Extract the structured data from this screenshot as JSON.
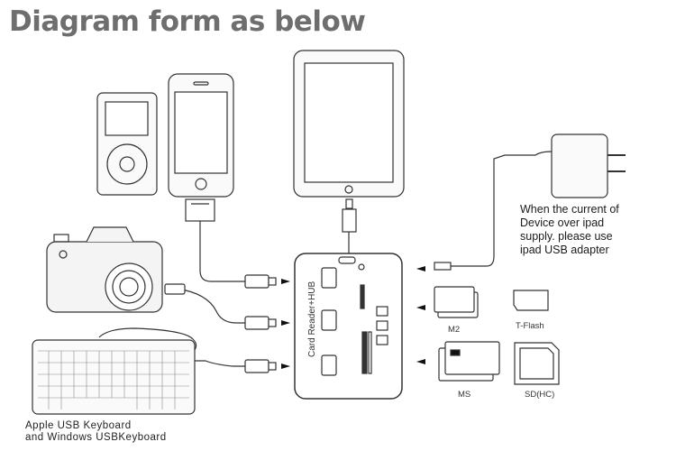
{
  "title": "Diagram form as below",
  "power_note": "When the current of\nDevice over ipad\nsupply. please use\nipad USB adapter",
  "hub": {
    "label": "Card Reader+HUB"
  },
  "cards": {
    "m2": "M2",
    "tflash": "T-Flash",
    "ms": "MS",
    "sdhc": "SD(HC)"
  },
  "keyboard_label": "Apple USB Keyboard\nand Windows USBKeyboard",
  "icons": [
    "ipod-icon",
    "iphone-icon",
    "ipad-icon",
    "camera-icon",
    "keyboard-icon",
    "power-adapter-icon",
    "usb-plug-icon",
    "memory-card-icon"
  ]
}
